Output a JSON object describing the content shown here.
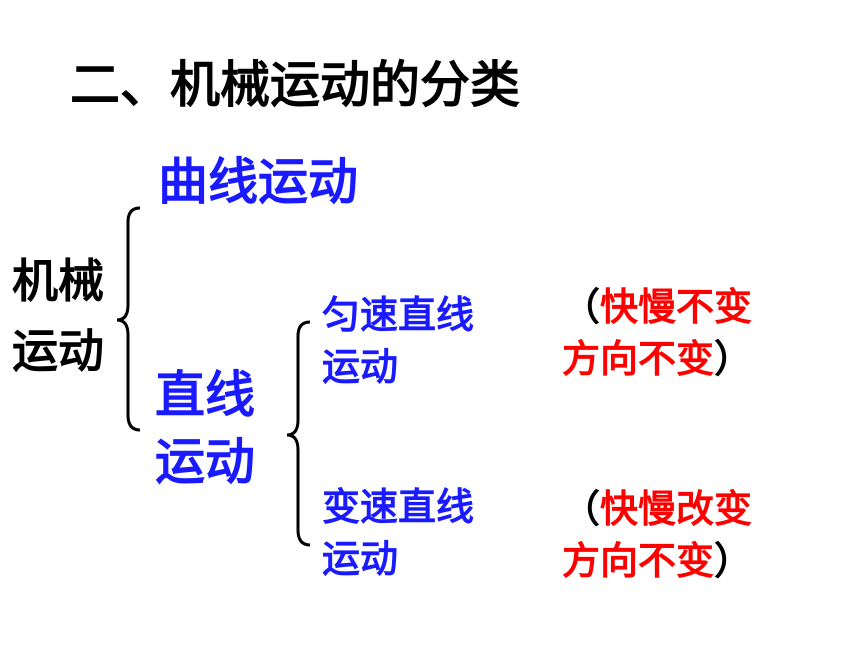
{
  "title": "二、机械运动的分类",
  "root": {
    "line1": "机械",
    "line2": "运动"
  },
  "branches": {
    "curve": "曲线运动",
    "straight": {
      "line1": "直线",
      "line2": "运动"
    }
  },
  "sub_branches": {
    "uniform": {
      "line1": "匀速直线",
      "line2": "运动",
      "note_open": "（",
      "note_line1": "快慢不变",
      "note_line2": "方向不变",
      "note_close": "）"
    },
    "variable": {
      "line1": "变速直线",
      "line2": "运动",
      "note_open": "（",
      "note_line1": "快慢改变",
      "note_line2": "方向不变",
      "note_close": "）"
    }
  },
  "colors": {
    "title": "#000000",
    "branch": "#1a1aff",
    "note_emphasis": "#ff0000",
    "brace": "#000000"
  }
}
